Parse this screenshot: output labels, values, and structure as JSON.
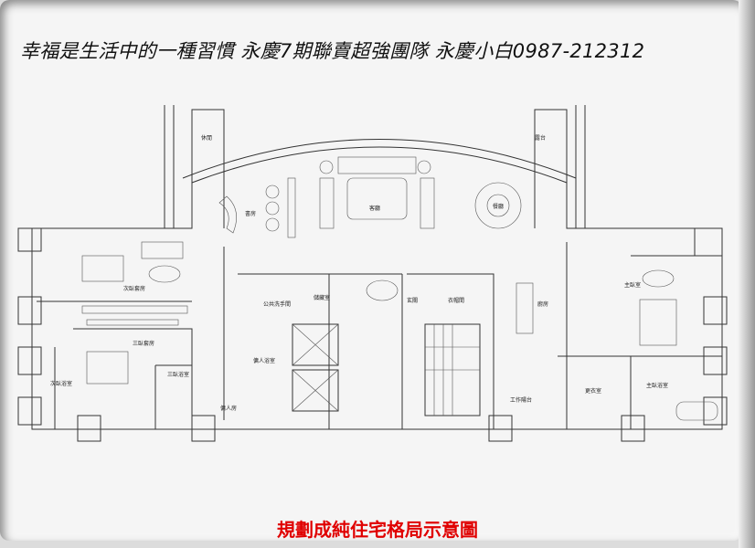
{
  "headline": "幸福是生活中的一種習慣  永慶7期聯賣超強團隊 永慶小白0987-212312",
  "caption": "規劃成純住宅格局示意圖",
  "rooms": {
    "leisure": "休閒",
    "terrace": "露台",
    "study": "書房",
    "living": "客廳",
    "dining": "餐廳",
    "second_suite": "次臥套房",
    "third_suite": "三臥套房",
    "second_bath": "次臥浴室",
    "third_bath": "三臥浴室",
    "powder_room": "公共洗手間",
    "storage": "儲藏室",
    "maid_bath": "傭人浴室",
    "maid_room": "傭人房",
    "foyer": "玄關",
    "cloakroom": "衣帽間",
    "kitchen": "廚房",
    "master": "主臥室",
    "master_bath": "主臥浴室",
    "dressing": "更衣室",
    "service_balcony": "工作陽台"
  }
}
